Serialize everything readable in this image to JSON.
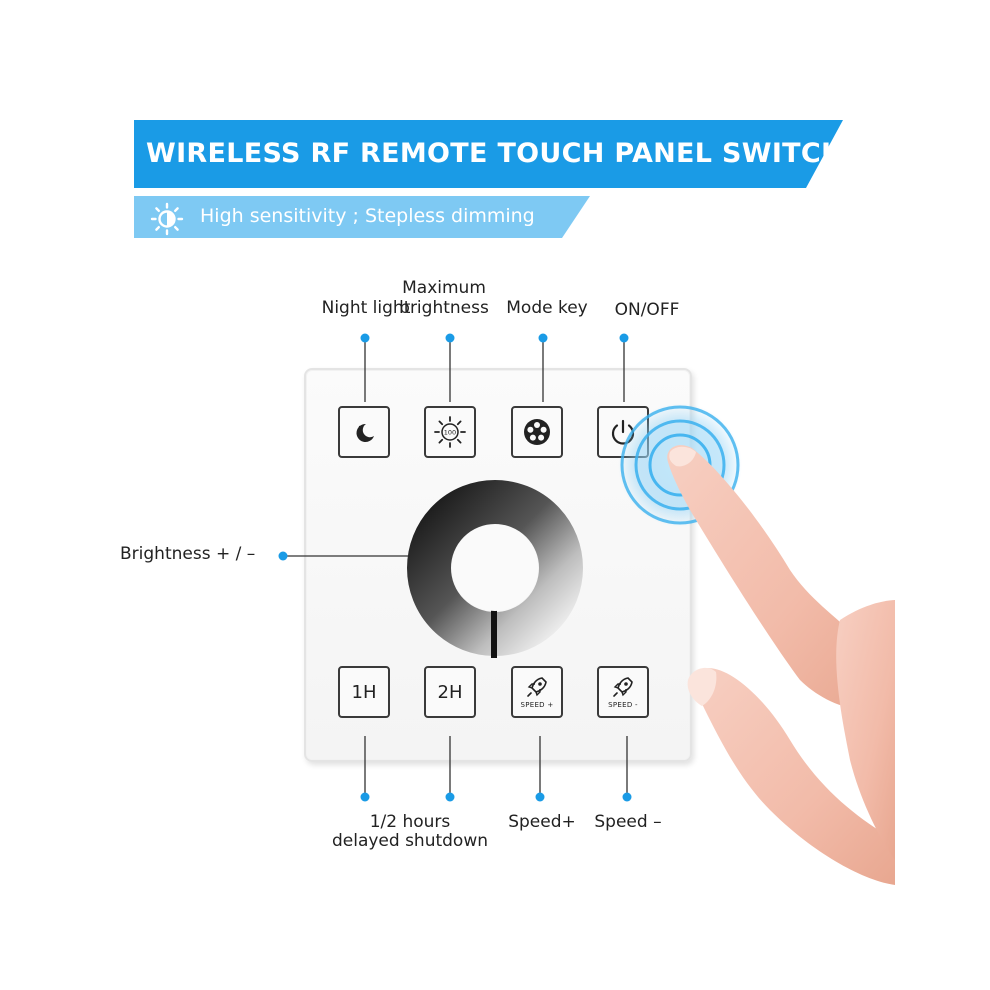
{
  "header": {
    "title": "WIRELESS RF REMOTE TOUCH PANEL SWITCH",
    "subtitle": "High sensitivity ; Stepless dimming",
    "subtitle_icon": "sun-brightness-icon",
    "accent_color": "#1a9be6",
    "subtitle_band_color": "#68bff0"
  },
  "top_labels": {
    "night_light": "Night light",
    "max_brightness_line1": "Maximum",
    "max_brightness_line2": "brightness",
    "mode_key": "Mode key",
    "on_off": "ON/OFF"
  },
  "side_label": {
    "brightness": "Brightness + / –"
  },
  "bottom_labels": {
    "delay_line1": "1/2 hours",
    "delay_line2": "delayed shutdown",
    "speed_plus": "Speed+",
    "speed_minus": "Speed –"
  },
  "keys": {
    "top": [
      {
        "icon": "moon-icon"
      },
      {
        "icon": "sun-100-icon",
        "text": "100"
      },
      {
        "icon": "mode-dots-icon"
      },
      {
        "icon": "power-icon"
      }
    ],
    "bottom": [
      {
        "text": "1H"
      },
      {
        "text": "2H"
      },
      {
        "icon": "rocket-icon",
        "text": "SPEED +"
      },
      {
        "icon": "rocket-icon",
        "text": "SPEED -"
      }
    ]
  },
  "colors": {
    "dot": "#1a9be6",
    "key_border": "#3a3a3a"
  }
}
